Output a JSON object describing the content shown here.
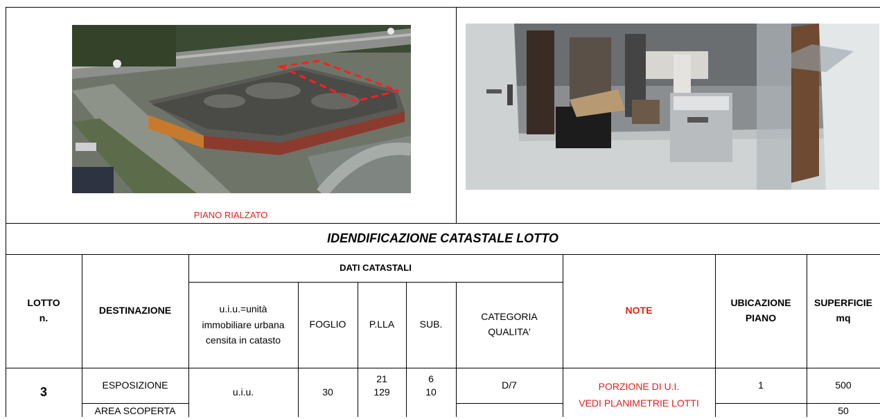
{
  "photos": {
    "left_caption": "PIANO RIALZATO"
  },
  "section_title": "IDENDIFICAZIONE CATASTALE LOTTO",
  "headers": {
    "lotto": "LOTTO",
    "lotto_n": "n.",
    "destinazione": "DESTINAZIONE",
    "dati_catastali": "DATI  CATASTALI",
    "uiu_def": "u.i.u.=unità immobiliare urbana censita in catasto",
    "foglio": "FOGLIO",
    "plla": "P.LLA",
    "sub": "SUB.",
    "categoria_line1": "CATEGORIA",
    "categoria_line2": "QUALITA'",
    "note": "NOTE",
    "ubicazione_line1": "UBICAZIONE",
    "ubicazione_line2": "PIANO",
    "superficie_line1": "SUPERFICIE",
    "superficie_line2": "mq"
  },
  "row": {
    "lotto": "3",
    "destinazione_1": "ESPOSIZIONE",
    "destinazione_2": "AREA SCOPERTA",
    "uiu": "u.i.u.",
    "foglio": "30",
    "plla_1": "21",
    "plla_2": "129",
    "sub_1": "6",
    "sub_2": "10",
    "categoria": "D/7",
    "note_line1": "PORZIONE DI U.I.",
    "note_line2": "VEDI PLANIMETRIE LOTTI",
    "ubicazione": "1",
    "superficie_1": "500",
    "superficie_2": "50"
  },
  "colors": {
    "accent_red": "#e0201b",
    "border": "#000000"
  }
}
